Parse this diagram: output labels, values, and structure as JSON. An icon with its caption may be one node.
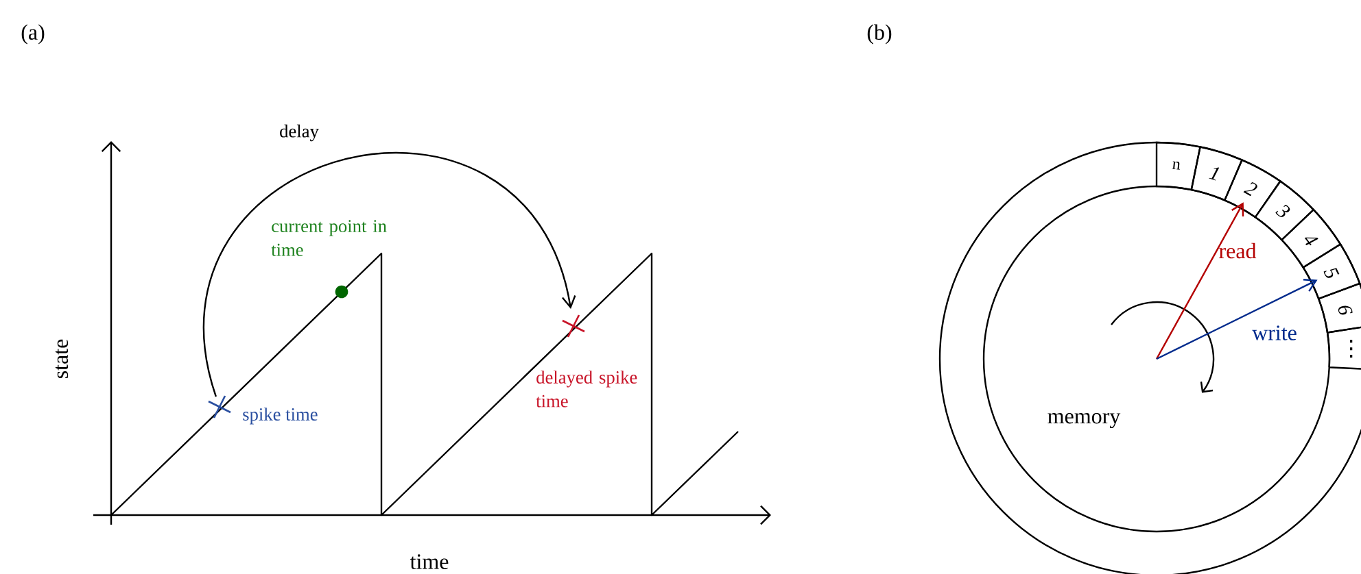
{
  "diagram": {
    "nodes": [
      {
        "text": [],
        "shape": "cross",
        "beside": [
          "spike time"
        ]
      },
      {
        "text": [],
        "shape": "cross",
        "beside": [
          "delayed spike time"
        ]
      },
      {
        "text": [],
        "shape": "circle"
      },
      {
        "text": [
          "memory"
        ],
        "in": 2
      },
      {
        "text": [
          "n"
        ],
        "in": 2
      },
      {
        "text": [
          "1"
        ],
        "in": 2
      },
      {
        "text": [
          "2"
        ],
        "in": 2
      },
      {
        "text": [
          "3"
        ],
        "in": 2
      },
      {
        "text": [
          "4"
        ],
        "in": 2
      },
      {
        "text": [
          "5"
        ],
        "in": 2
      },
      {
        "text": [
          "6"
        ],
        "in": 2
      },
      {
        "text": [
          "⋮"
        ],
        "in": 2
      }
    ],
    "edges": [
      {
        "from": 0,
        "to": 1,
        "arrow": "to",
        "label": "delay"
      },
      {
        "from": 3,
        "to": 6,
        "arrow": "to",
        "label": "read",
        "color": "#b40000"
      },
      {
        "from": 3,
        "to": 9,
        "arrow": "to",
        "label": "write",
        "color": "#002a8c"
      }
    ],
    "labels": [
      "(a)",
      "(b)",
      "state",
      "time",
      "current point in time"
    ]
  }
}
